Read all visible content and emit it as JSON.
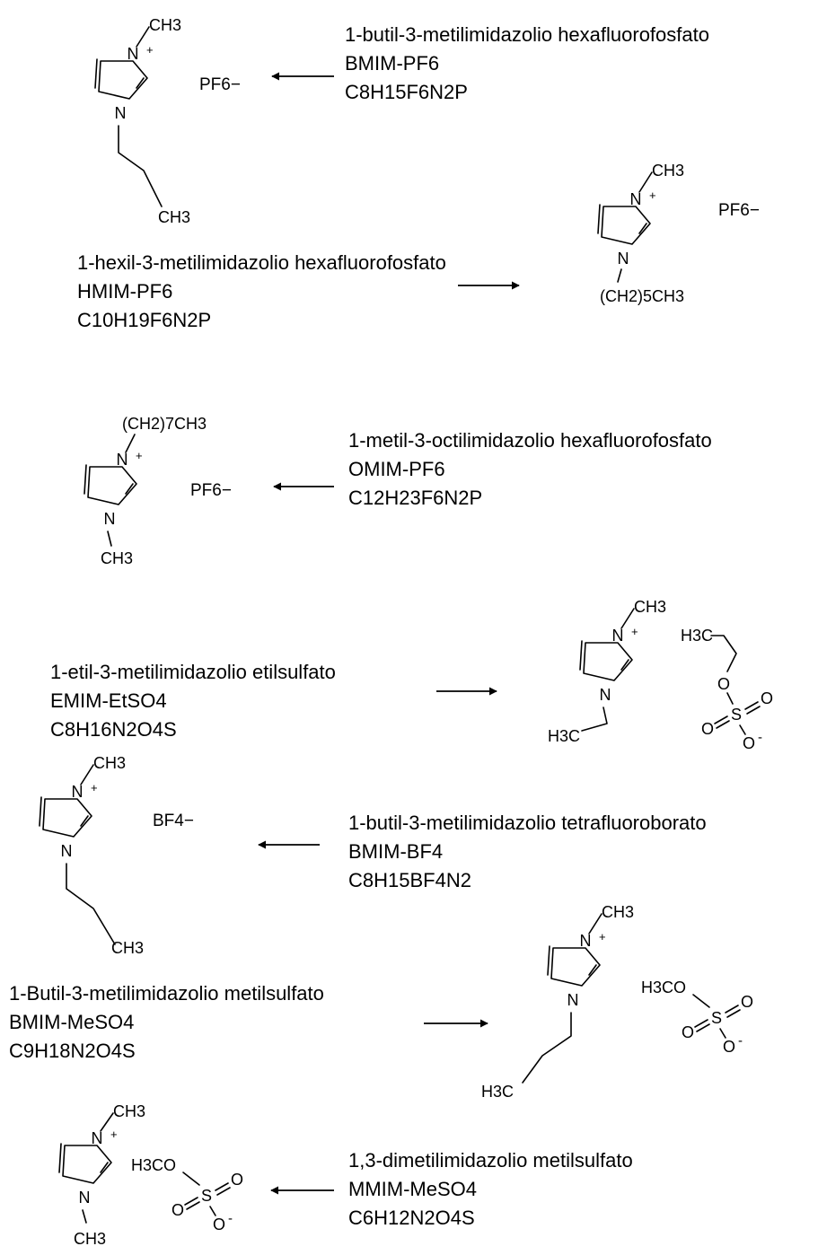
{
  "compounds": [
    {
      "name": "1-butil-3-metilimidazolio hexafluorofosfato",
      "abbr": "BMIM-PF6",
      "formula": "C8H15F6N2P",
      "structure": {
        "n_top": "N",
        "charge": "+",
        "n_bottom": "N",
        "sub_top": "CH3",
        "sub_bottom": "CH3",
        "anion": "PF6−"
      },
      "arrow_direction": "left"
    },
    {
      "name": "1-hexil-3-metilimidazolio hexafluorofosfato",
      "abbr": "HMIM-PF6",
      "formula": "C10H19F6N2P",
      "structure": {
        "n_top": "N",
        "charge": "+",
        "n_bottom": "N",
        "sub_top": "CH3",
        "sub_bottom": "(CH2)5CH3",
        "anion": "PF6−"
      },
      "arrow_direction": "right"
    },
    {
      "name": "1-metil-3-octilimidazolio hexafluorofosfato",
      "abbr": "OMIM-PF6",
      "formula": "C12H23F6N2P",
      "structure": {
        "n_top": "N",
        "charge": "+",
        "n_bottom": "N",
        "sub_top": "(CH2)7CH3",
        "sub_bottom": "CH3",
        "anion": "PF6−"
      },
      "arrow_direction": "left"
    },
    {
      "name": "1-etil-3-metilimidazolio etilsulfato",
      "abbr": "EMIM-EtSO4",
      "formula": "C8H16N2O4S",
      "structure": {
        "n_top": "N",
        "charge": "+",
        "n_bottom": "N",
        "sub_top": "CH3",
        "sub_bottom": "H3C",
        "anion": {
          "alkyl": "H3C",
          "o_link": "O",
          "s": "S",
          "o1": "O",
          "o2": "O",
          "o_minus": "O",
          "minus": "-"
        }
      },
      "arrow_direction": "right"
    },
    {
      "name": "1-butil-3-metilimidazolio tetrafluoroborato",
      "abbr": "BMIM-BF4",
      "formula": "C8H15BF4N2",
      "structure": {
        "n_top": "N",
        "charge": "+",
        "n_bottom": "N",
        "sub_top": "CH3",
        "sub_bottom": "CH3",
        "anion": "BF4−"
      },
      "arrow_direction": "left"
    },
    {
      "name": "1-Butil-3-metilimidazolio metilsulfato",
      "abbr": "BMIM-MeSO4",
      "formula": "C9H18N2O4S",
      "structure": {
        "n_top": "N",
        "charge": "+",
        "n_bottom": "N",
        "sub_top": "CH3",
        "sub_bottom": "H3C",
        "anion": {
          "group": "H3CO",
          "s": "S",
          "o1": "O",
          "o2": "O",
          "o_minus": "O",
          "minus": "-"
        }
      },
      "arrow_direction": "right"
    },
    {
      "name": "1,3-dimetilimidazolio metilsulfato",
      "abbr": "MMIM-MeSO4",
      "formula": "C6H12N2O4S",
      "structure": {
        "n_top": "N",
        "charge": "+",
        "n_bottom": "N",
        "sub_top": "CH3",
        "sub_bottom": "CH3",
        "anion": {
          "group": "H3CO",
          "s": "S",
          "o1": "O",
          "o2": "O",
          "o_minus": "O",
          "minus": "-"
        }
      },
      "arrow_direction": "left"
    }
  ]
}
